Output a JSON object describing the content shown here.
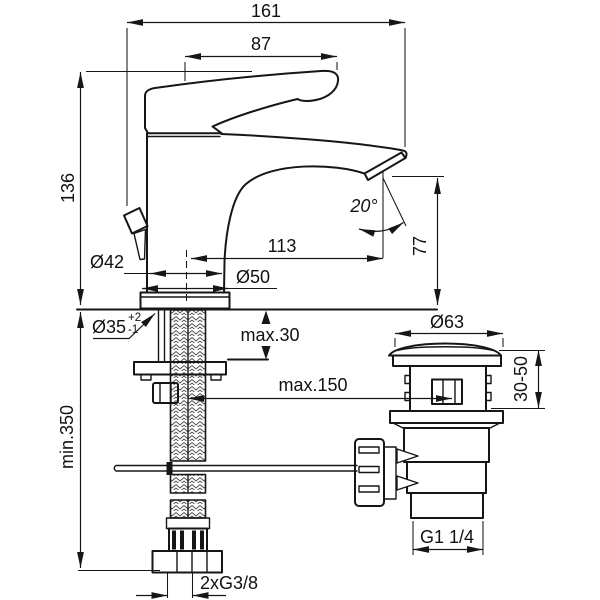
{
  "colors": {
    "line": "#161616",
    "background": "#ffffff"
  },
  "dimensions": {
    "total_projection": "161",
    "handle_length": "87",
    "body_height": "136",
    "spout_reach": "113",
    "spray_angle": "20°",
    "outlet_height": "77",
    "body_diameter": "Ø42",
    "base_diameter": "Ø50",
    "hole_diameter": "Ø35",
    "hole_tolerance_plus": "+2",
    "hole_tolerance_minus": "-1",
    "max_deck_thickness": "max.30",
    "max_rod_reach": "max.150",
    "min_clearance_below": "min.350",
    "waste_cap_diameter": "Ø63",
    "waste_clamp_range": "30-50",
    "waste_thread": "G1 1/4",
    "hose_threads": "2xG3/8"
  }
}
